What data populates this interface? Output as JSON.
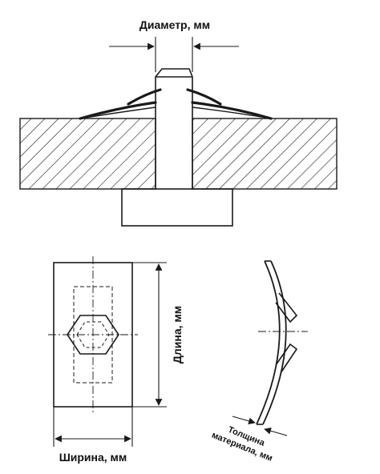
{
  "labels": {
    "diameter": "Диаметр, мм",
    "length": "Длина, мм",
    "width": "Ширина, мм",
    "thickness_line1": "Толщина",
    "thickness_line2": "материала, мм"
  },
  "colors": {
    "stroke": "#1a1a1a",
    "background": "#ffffff"
  }
}
